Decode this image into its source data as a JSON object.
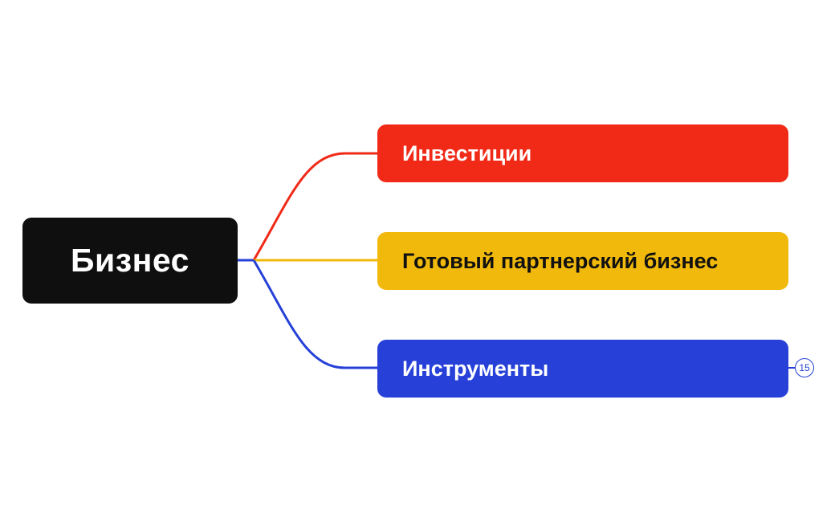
{
  "root": {
    "label": "Бизнес",
    "color": "#0f0f0f"
  },
  "children": [
    {
      "label": "Инвестиции",
      "color": "#f12a18"
    },
    {
      "label": "Готовый партнерский бизнес",
      "color": "#f0b90c"
    },
    {
      "label": "Инструменты",
      "color": "#2640d8",
      "collapsed_count": "15"
    }
  ]
}
